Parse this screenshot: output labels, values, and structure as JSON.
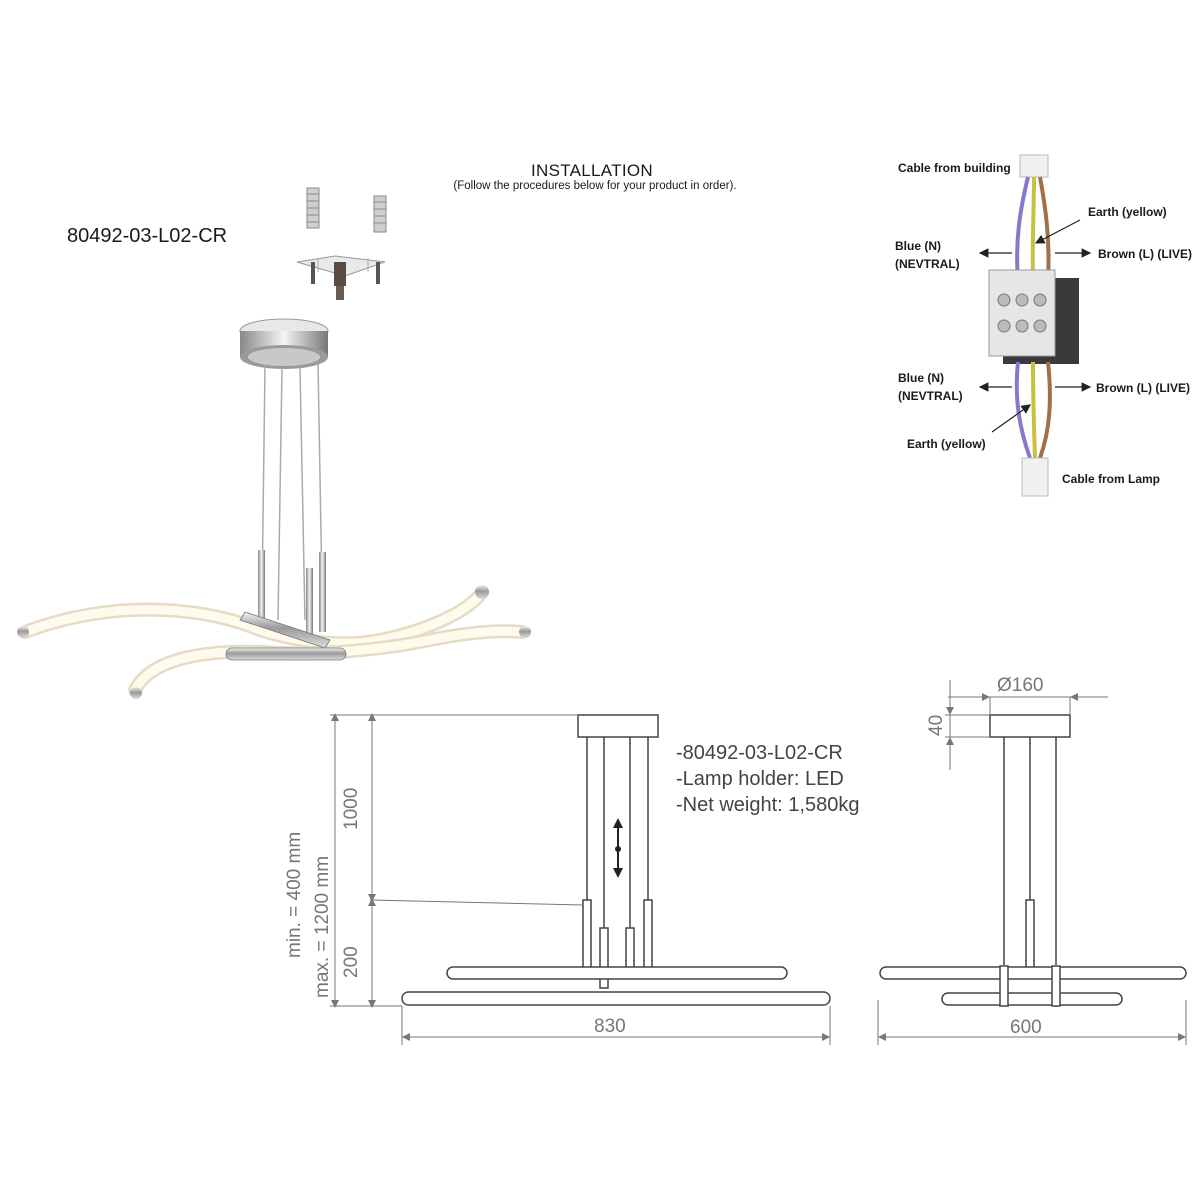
{
  "header": {
    "title": "INSTALLATION",
    "subtitle": "(Follow the procedures below for your product in order).",
    "model": "80492-03-L02-CR"
  },
  "wiring": {
    "cable_top": "Cable from building",
    "earth_top": "Earth (yellow)",
    "blue_top": "Blue (N)",
    "neutral_top": "(NEVTRAL)",
    "brown_top": "Brown (L) (LIVE)",
    "blue_bottom": "Blue (N)",
    "neutral_bottom": "(NEVTRAL)",
    "brown_bottom": "Brown (L) (LIVE)",
    "earth_bottom": "Earth (yellow)",
    "cable_bottom": "Cable from Lamp"
  },
  "specs": {
    "model": "-80492-03-L02-CR",
    "lamp_holder": "-Lamp holder: LED",
    "net_weight": "-Net weight: 1,580kg"
  },
  "dimensions": {
    "min_height": "min. = 400 mm",
    "max_height": "max. = 1200 mm",
    "cable_length": "1000",
    "fixture_height": "200",
    "width": "830",
    "canopy_diameter": "Ø160",
    "canopy_height": "40",
    "depth": "600"
  },
  "colors": {
    "blue_wire": "#8877cc",
    "brown_wire": "#a0704a",
    "earth_wire": "#c8c040",
    "chrome": "#b8b8b8",
    "led_glow": "#fff6d8"
  }
}
